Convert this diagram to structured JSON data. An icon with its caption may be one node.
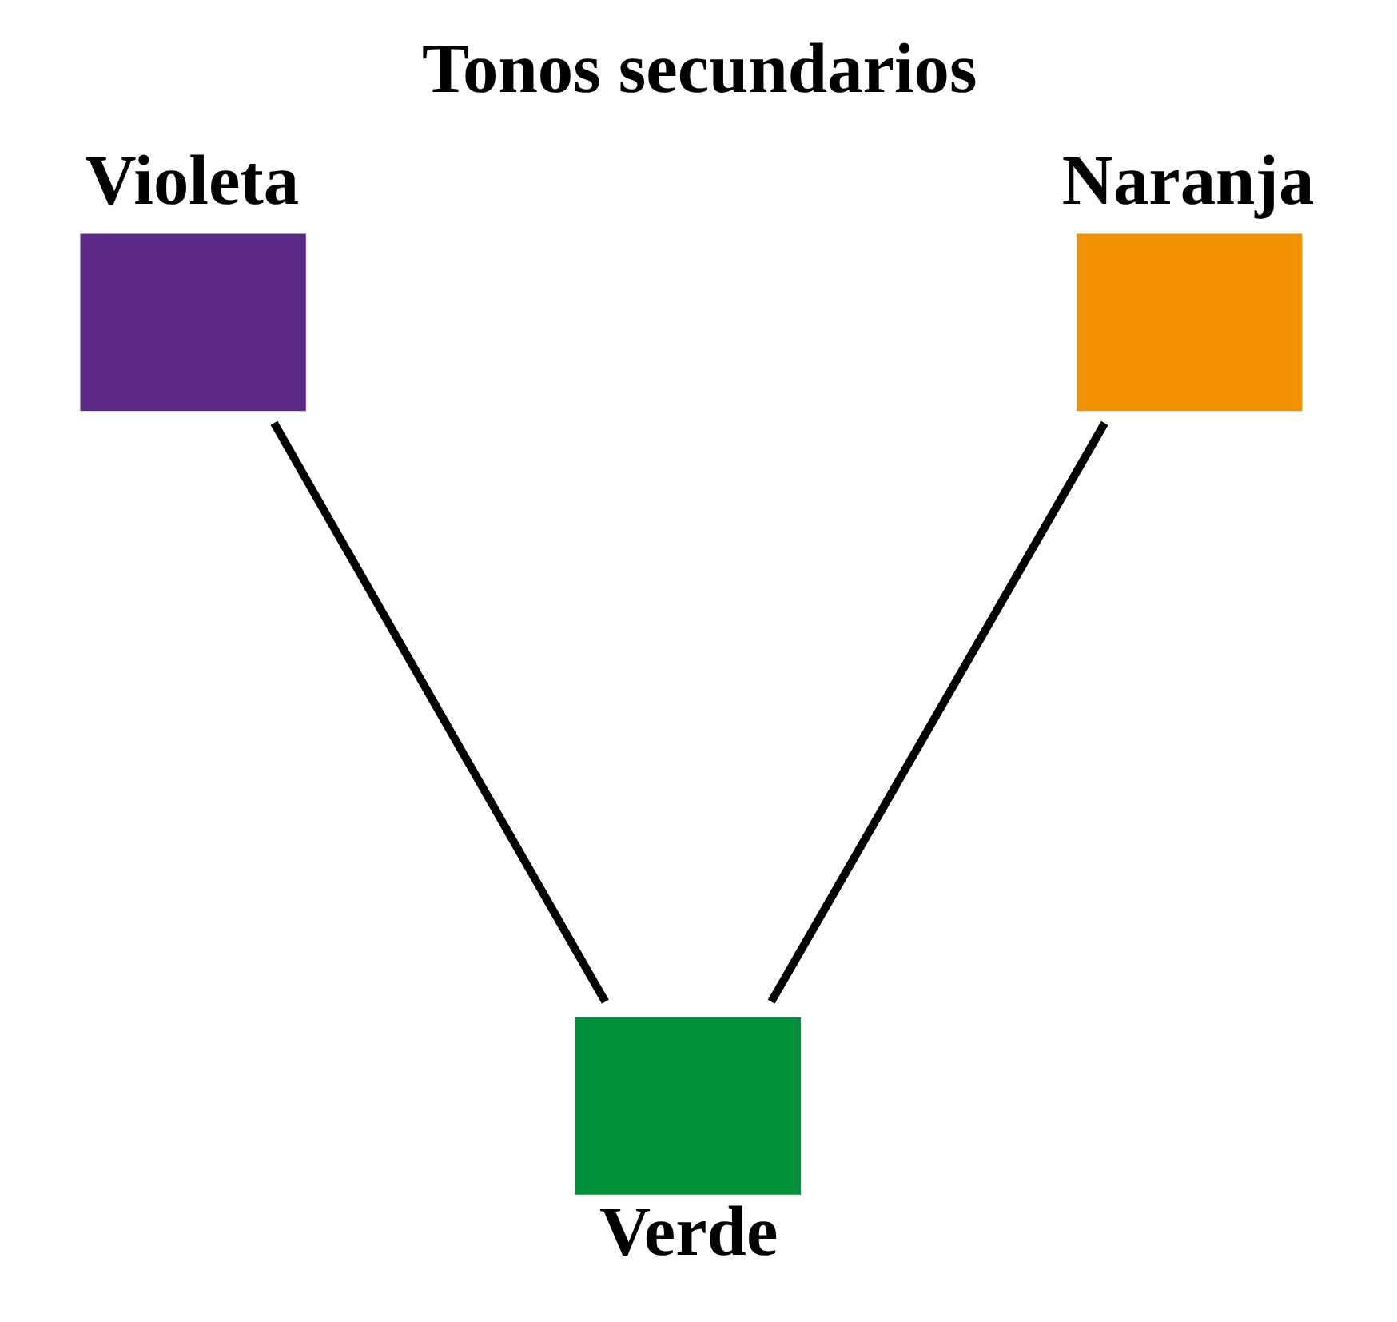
{
  "diagram": {
    "title": "Tonos secundarios",
    "nodes": [
      {
        "text": [
          "Violeta"
        ]
      },
      {
        "text": [
          "Naranja"
        ]
      },
      {
        "text": [
          "Verde"
        ]
      }
    ],
    "edges": [
      {
        "from": 0,
        "to": 2,
        "arrow": "none"
      },
      {
        "from": 1,
        "to": 2,
        "arrow": "none"
      }
    ]
  }
}
